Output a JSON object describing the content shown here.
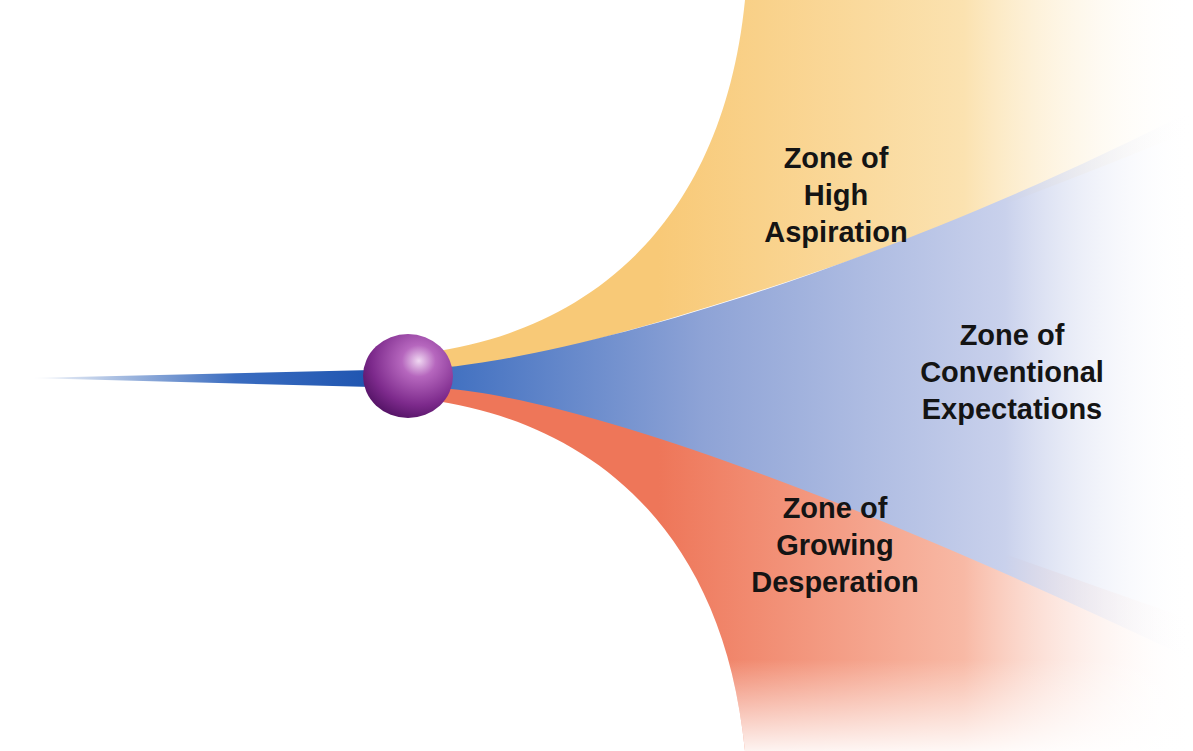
{
  "diagram": {
    "nodes": [
      {
        "text": [
          "Zone of High Aspiration"
        ]
      },
      {
        "text": [
          "Zone of Conventional Expectations"
        ]
      },
      {
        "text": [
          "Zone of Growing Desperation"
        ]
      }
    ]
  }
}
